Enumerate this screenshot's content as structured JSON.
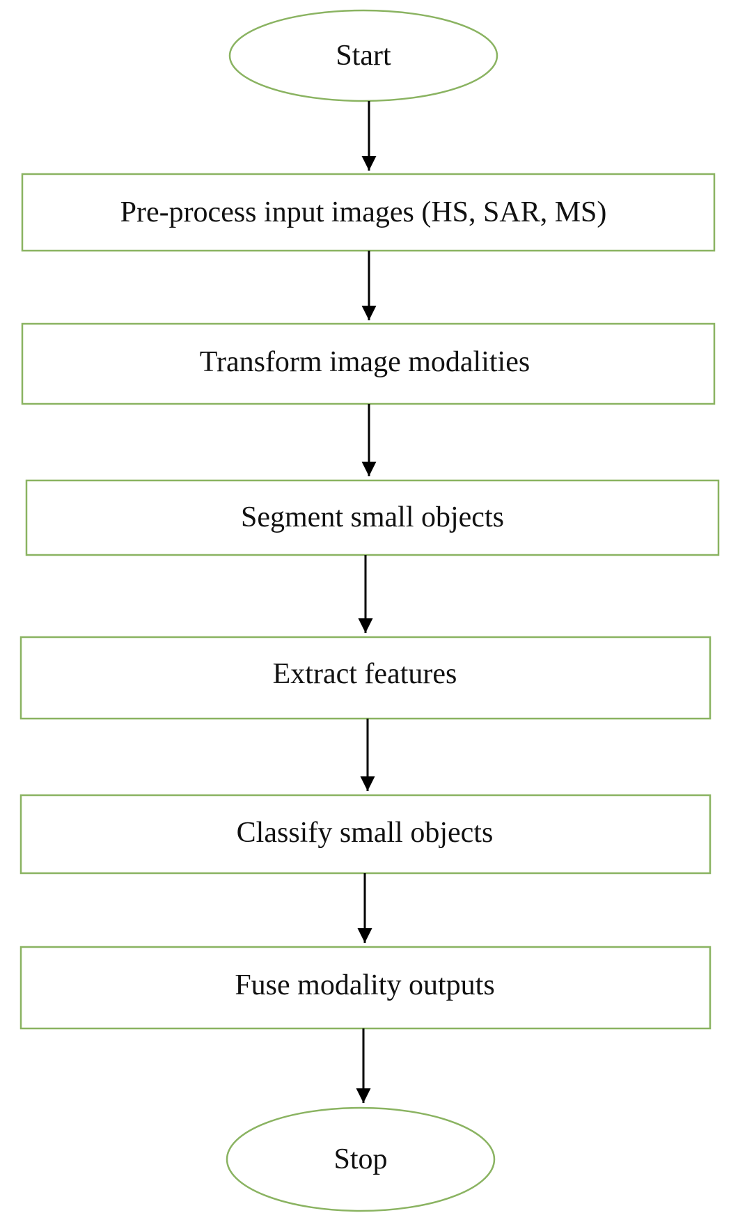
{
  "colors": {
    "node_border": "#8ab361",
    "node_fill": "#ffffff",
    "text": "#111111",
    "arrow": "#000000"
  },
  "flowchart": {
    "start_label": "Start",
    "steps": [
      "Pre-process input images (HS, SAR, MS)",
      "Transform image modalities",
      "Segment small objects",
      "Extract features",
      "Classify small objects",
      "Fuse modality outputs"
    ],
    "stop_label": "Stop"
  }
}
